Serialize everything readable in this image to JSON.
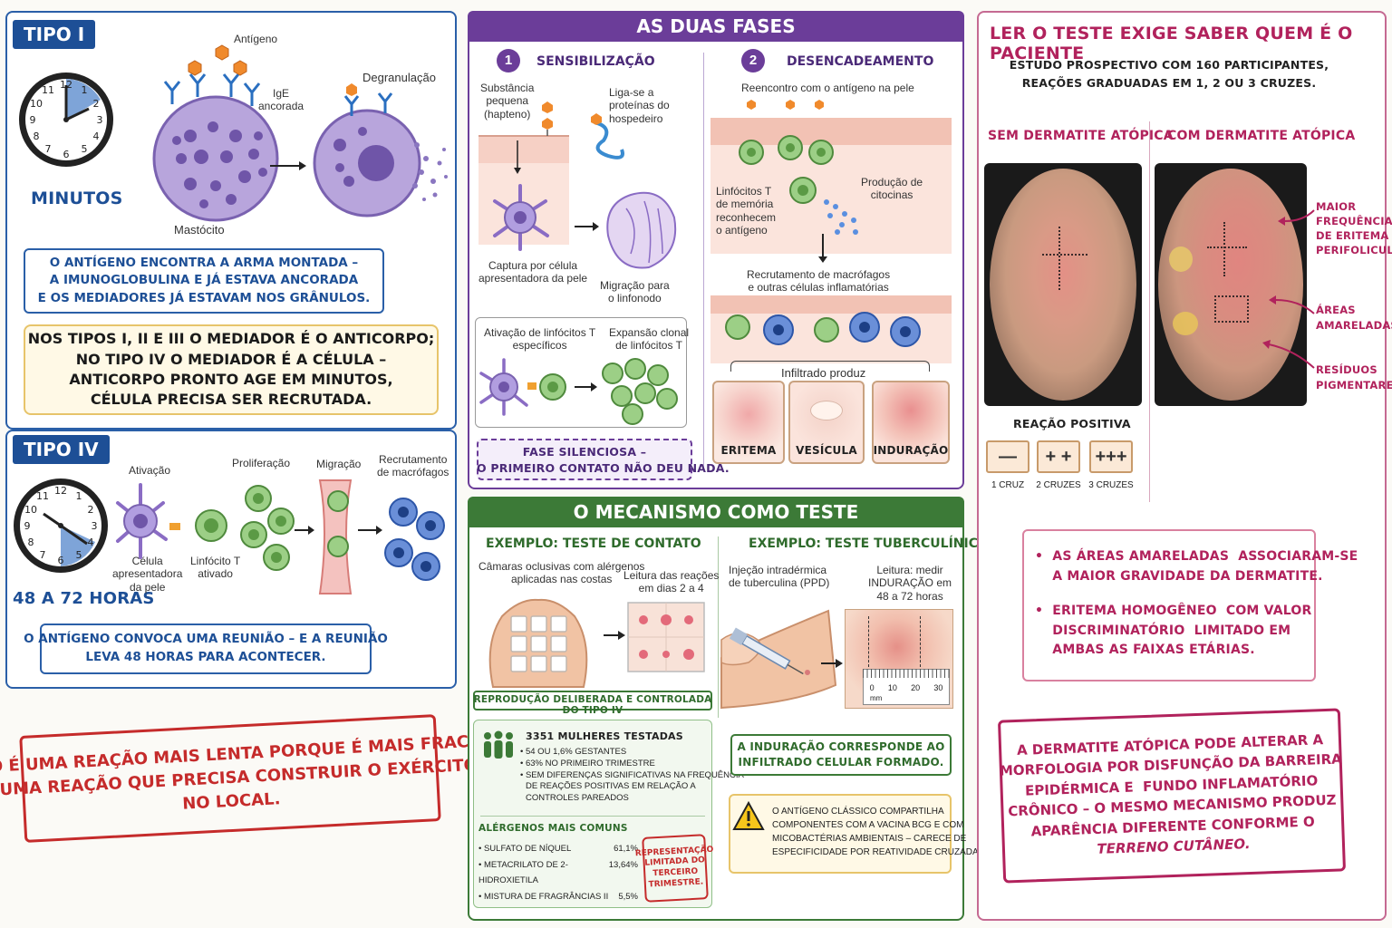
{
  "tipo1": {
    "tag": "TIPO I",
    "antigeno": "Antígeno",
    "ige": "IgE\nancorada",
    "degranulacao": "Degranulação",
    "mastocito": "Mastócito",
    "tempo": "MINUTOS",
    "box": "O ANTÍGENO ENCONTRA A ARMA MONTADA –\nA IMUNOGLOBULINA E JÁ ESTAVA ANCORADA\nE OS MEDIADORES JÁ ESTAVAM NOS GRÂNULOS."
  },
  "mediador_box": "NOS TIPOS I, II E III O MEDIADOR É O ANTICORPO;\nNO TIPO IV O MEDIADOR É A CÉLULA –\nANTICORPO PRONTO AGE EM MINUTOS,\nCÉLULA PRECISA SER RECRUTADA.",
  "tipo4": {
    "tag": "TIPO IV",
    "ativacao": "Ativação",
    "proliferacao": "Proliferação",
    "migracao": "Migração",
    "recrutamento": "Recrutamento\nde macrófagos",
    "celula": "Célula\napresentadora\nda pele",
    "linfocito": "Linfócito T\nativado",
    "tempo": "48 A 72 HORAS",
    "box": "O ANTÍGENO CONVOCA UMA REUNIÃO – E A REUNIÃO\nLEVA 48 HORAS PARA ACONTECER."
  },
  "stamp_left": "NÃO É UMA REAÇÃO MAIS LENTA PORQUE É MAIS FRACA –\nÉ UMA REAÇÃO QUE PRECISA CONSTRUIR O EXÉRCITO\nNO LOCAL.",
  "fases": {
    "title": "AS DUAS FASES",
    "f1_num": "1",
    "f1_title": "SENSIBILIZAÇÃO",
    "substancia": "Substância\npequena\n(hapteno)",
    "ligase": "Liga-se a\nproteínas do\nhospedeiro",
    "captura": "Captura por célula\napresentadora da pele",
    "migracao_linfonodo": "Migração para\no linfonodo",
    "ativacao_lt": "Ativação de linfócitos T\nespecíficos",
    "expansao": "Expansão clonal\nde linfócitos T",
    "fase_silenciosa": "FASE SILENCIOSA –\nO PRIMEIRO CONTATO NÃO DEU NADA.",
    "f2_num": "2",
    "f2_title": "DESENCADEAMENTO",
    "reencontro": "Reencontro com o antígeno na pele",
    "linfocitos_memoria": "Linfócitos T\nde memória\nreconhecem\no antígeno",
    "producao": "Produção de\ncitocinas",
    "recrutamento_macro": "Recrutamento de macrófagos\ne outras células inflamatórias",
    "infiltrado": "Infiltrado produz",
    "eritema": "ERITEMA",
    "vesicula": "VESÍCULA",
    "inducao": "INDURAÇÃO"
  },
  "mecanismo": {
    "title": "O MECANISMO COMO TESTE",
    "ex1": "EXEMPLO: TESTE DE CONTATO",
    "camaras": "Câmaras oclusivas com alérgenos\naplicadas nas costas",
    "leitura": "Leitura das reações\nem dias 2 a 4",
    "reproducao": "REPRODUÇÃO DELIBERADA E CONTROLADA DO TIPO IV",
    "mulheres": "3351 MULHERES TESTADAS",
    "bullets": [
      "54 OU 1,6% GESTANTES",
      "63% NO PRIMEIRO TRIMESTRE",
      "SEM DIFERENÇAS SIGNIFICATIVAS NA FREQUÊNCIA\nDE REAÇÕES POSITIVAS EM RELAÇÃO A\nCONTROLES PAREADOS"
    ],
    "alergenos_title": "ALÉRGENOS MAIS COMUNS",
    "alergenos": [
      {
        "name": "SULFATO DE NÍQUEL",
        "value": "61,1%"
      },
      {
        "name": "METACRILATO DE 2-HIDROXIETILA",
        "value": "13,64%"
      },
      {
        "name": "MISTURA DE FRAGRÂNCIAS II",
        "value": "5,5%"
      }
    ],
    "stamp": "REPRESENTAÇÃO\nLIMITADA DO\nTERCEIRO\nTRIMESTRE.",
    "ex2": "EXEMPLO: TESTE TUBERCULÍNICO",
    "injecao": "Injeção intradérmica\nde tuberculina (PPD)",
    "leitura2": "Leitura: medir\nINDURAÇÃO em\n48 a 72 horas",
    "ruler": [
      "0",
      "10",
      "20",
      "30"
    ],
    "mm": "mm",
    "inducao_box": "A INDURAÇÃO CORRESPONDE AO\nINFILTRADO CELULAR FORMADO.",
    "bcg": "O ANTÍGENO CLÁSSICO COMPARTILHA\nCOMPONENTES COM A VACINA BCG E COM\nMICOBACTÉRIAS AMBIENTAIS – CARECE DE\nESPECIFICIDADE POR REATIVIDADE CRUZADA."
  },
  "direita": {
    "title": "LER O TESTE EXIGE SABER QUEM É O PACIENTE",
    "subtitle": "ESTUDO PROSPECTIVO COM 160 PARTICIPANTES,\nREAÇÕES GRADUADAS EM 1, 2 OU 3 CRUZES.",
    "sem": "SEM DERMATITE ATÓPICA",
    "com": "COM DERMATITE ATÓPICA",
    "ann1": "MAIOR\nFREQUÊNCIA\nDE ERITEMA\nPERIFOLICULAR",
    "ann2": "ÁREAS\nAMARELADAS",
    "ann3": "RESÍDUOS\nPIGMENTARES",
    "reacao": "REAÇÃO POSITIVA",
    "cruzes": [
      {
        "sym": "—",
        "label": "1 CRUZ"
      },
      {
        "sym": "+ +",
        "label": "2 CRUZES"
      },
      {
        "sym": "+++",
        "label": "3 CRUZES"
      }
    ],
    "bullets": [
      "AS ÁREAS AMARELADAS  ASSOCIARAM-SE\nA MAIOR GRAVIDADE DA DERMATITE.",
      "ERITEMA HOMOGÊNEO  COM VALOR\nDISCRIMINATÓRIO  LIMITADO EM\nAMBAS AS FAIXAS ETÁRIAS."
    ],
    "stamp": "A DERMATITE ATÓPICA PODE ALTERAR A\nMORFOLOGIA POR DISFUNÇÃO DA BARREIRA\nEPIDÉRMICA E  FUNDO INFLAMATÓRIO\nCRÔNICO – O MESMO MECANISMO PRODUZ\nAPARÊNCIA DIFERENTE CONFORME O",
    "stamp_italic": "TERRENO CUTÂNEO."
  }
}
